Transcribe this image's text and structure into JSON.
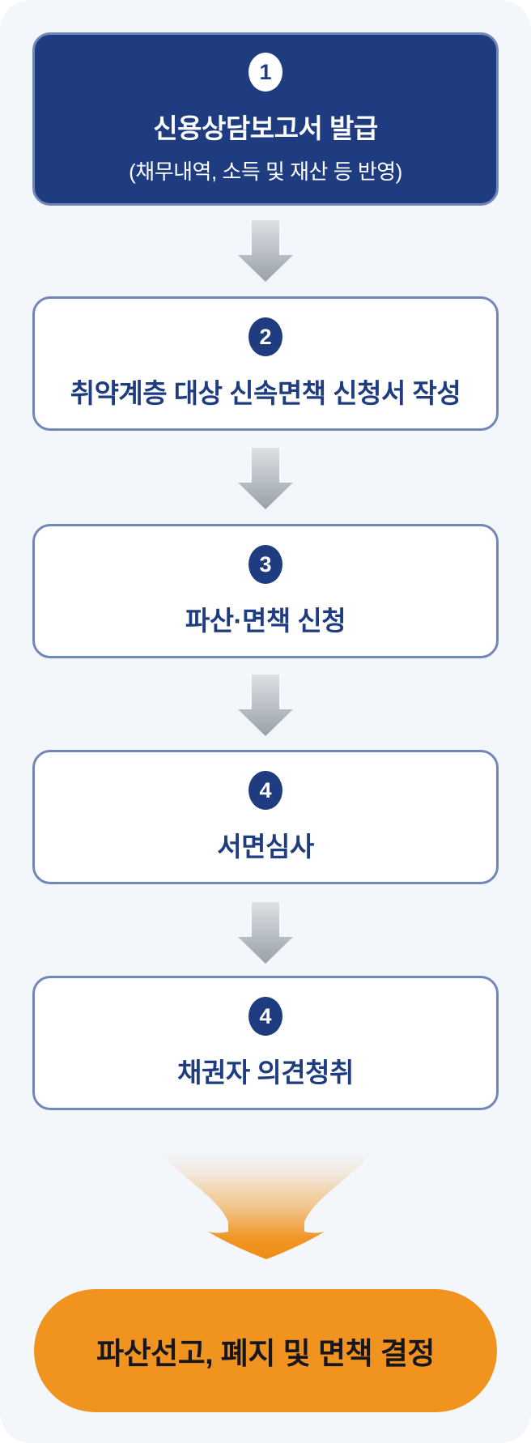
{
  "diagram": {
    "type": "vertical-process-flowchart",
    "language": "ko",
    "steps": [
      {
        "badge": "1",
        "title": "신용상담보고서 발급",
        "subtitle": "(채무내역, 소득 및 재산 등 반영)",
        "style": "primary-navy"
      },
      {
        "badge": "2",
        "title": "취약계층 대상 신속면책 신청서 작성",
        "style": "outline-white"
      },
      {
        "badge": "3",
        "title": "파산·면책 신청",
        "style": "outline-white"
      },
      {
        "badge": "4",
        "title": "서면심사",
        "style": "outline-white"
      },
      {
        "badge": "4",
        "title": "채권자 의견청취",
        "style": "outline-white"
      }
    ],
    "connectors": [
      {
        "between": [
          1,
          2
        ],
        "type": "gray-down-arrow"
      },
      {
        "between": [
          2,
          3
        ],
        "type": "gray-down-arrow"
      },
      {
        "between": [
          3,
          4
        ],
        "type": "gray-down-arrow"
      },
      {
        "between": [
          4,
          5
        ],
        "type": "gray-down-arrow"
      },
      {
        "between": [
          5,
          "result"
        ],
        "type": "orange-funnel-arrow"
      }
    ],
    "result": {
      "label": "파산선고, 폐지 및 면책 결정"
    },
    "colors": {
      "canvas_background": "#f3f6fb",
      "navy": "#1e3c7f",
      "box_border": "#7286b8",
      "white": "#ffffff",
      "orange": "#f0931f",
      "result_text": "#16161c",
      "gray_arrow_top": "#dde0e4",
      "gray_arrow_bottom": "#98a0a9"
    }
  }
}
